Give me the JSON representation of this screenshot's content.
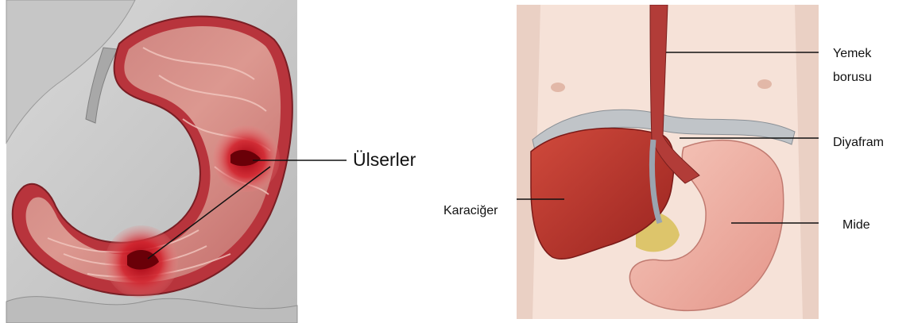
{
  "left_figure": {
    "labels": {
      "ulcers": "Ülserler"
    }
  },
  "right_figure": {
    "labels": {
      "esophagus_line1": "Yemek",
      "esophagus_line2": "borusu",
      "diaphragm": "Diyafram",
      "liver": "Karaciğer",
      "stomach": "Mide"
    }
  },
  "colors": {
    "stomach_wall": "#b8343c",
    "mucosa": "#d98a84",
    "ulcer": "#c8101e",
    "liver": "#b8302c",
    "diaphragm": "#c0c4c8",
    "skin": "#f6e2d8",
    "stomach_right": "#f0b8ac"
  }
}
